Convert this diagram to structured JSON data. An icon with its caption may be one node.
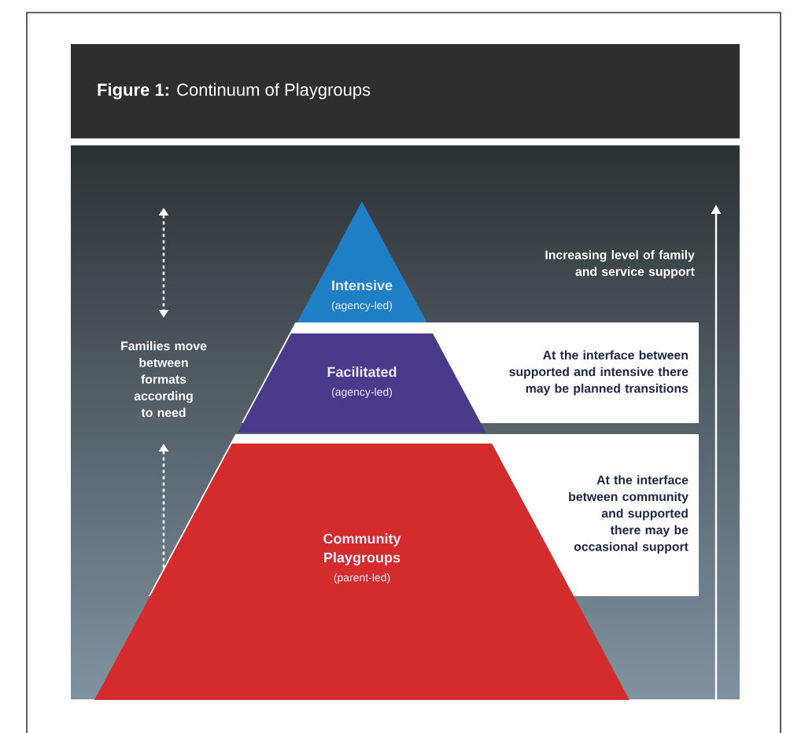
{
  "diagram": {
    "title": "**Figure 1:** Continuum of Playgroups",
    "nodes": [
      {
        "text": [
          "Intensive",
          "(agency-led)"
        ]
      },
      {
        "text": [
          "Facilitated",
          "(agency-led)"
        ]
      },
      {
        "text": [
          "Community Playgroups",
          "(parent-led)"
        ]
      },
      {
        "text": [
          "At the interface between supported and intensive there may be planned transitions"
        ]
      },
      {
        "text": [
          "At the interface between community and supported there may be occasional support"
        ]
      }
    ],
    "labels": [
      "Increasing level of family and service support",
      "Families move between formats according to need"
    ]
  }
}
